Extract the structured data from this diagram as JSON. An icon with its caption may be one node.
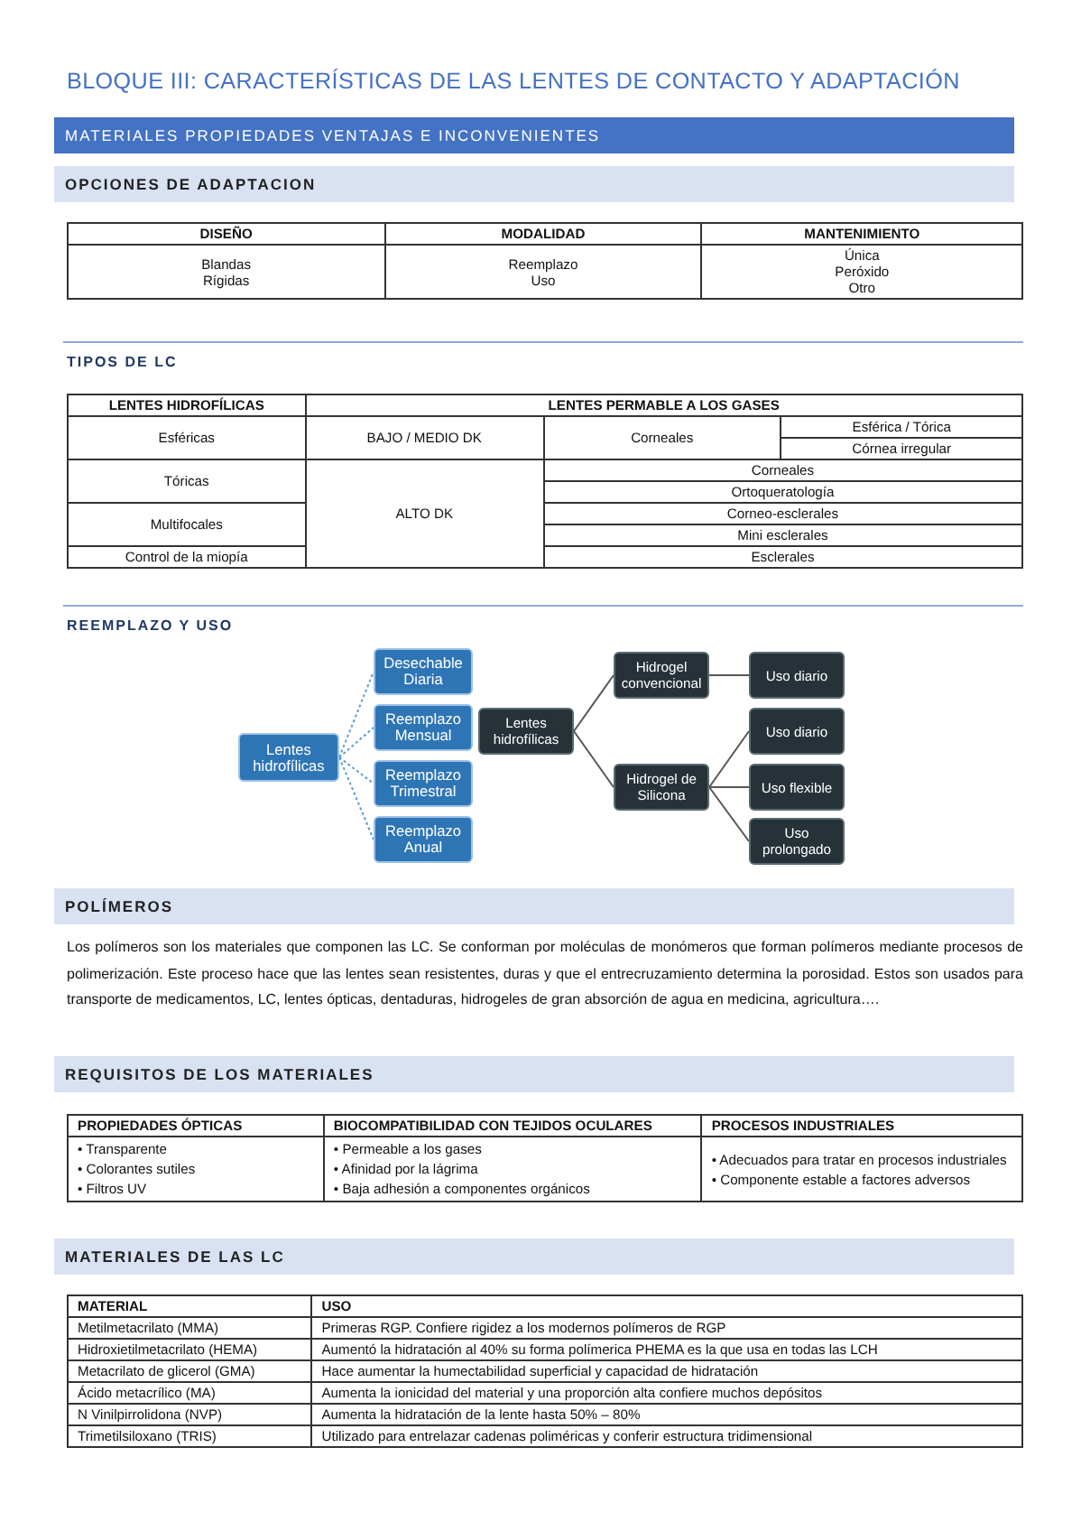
{
  "diagram": {
    "title": "BLOQUE III: CARACTERÍSTICAS DE LAS LENTES DE CONTACTO Y ADAPTACIÓN",
    "nodes": [
      {
        "text": [
          "Lentes hidrofílicas"
        ]
      },
      {
        "text": [
          "Desechable Diaria"
        ]
      },
      {
        "text": [
          "Reemplazo Mensual"
        ]
      },
      {
        "text": [
          "Reemplazo Trimestral"
        ]
      },
      {
        "text": [
          "Reemplazo Anual"
        ]
      },
      {
        "text": [
          "Lentes hidrofílicas"
        ]
      },
      {
        "text": [
          "Hidrogel convencional"
        ]
      },
      {
        "text": [
          "Uso diario"
        ]
      },
      {
        "text": [
          "Hidrogel de Silicona"
        ]
      },
      {
        "text": [
          "Uso diario"
        ]
      },
      {
        "text": [
          "Uso flexible"
        ]
      },
      {
        "text": [
          "Uso prolongado"
        ]
      }
    ],
    "edges": [
      {
        "from": 0,
        "to": 1,
        "arrow": "none",
        "style": "dashed",
        "color": "#5b9bd5"
      },
      {
        "from": 0,
        "to": 2,
        "arrow": "none",
        "style": "dashed",
        "color": "#5b9bd5"
      },
      {
        "from": 0,
        "to": 3,
        "arrow": "none",
        "style": "dashed",
        "color": "#5b9bd5"
      },
      {
        "from": 0,
        "to": 4,
        "arrow": "none",
        "style": "dashed",
        "color": "#5b9bd5"
      },
      {
        "from": 5,
        "to": 6,
        "arrow": "none"
      },
      {
        "from": 5,
        "to": 8,
        "arrow": "none"
      },
      {
        "from": 6,
        "to": 7,
        "arrow": "none"
      },
      {
        "from": 8,
        "to": 9,
        "arrow": "none"
      },
      {
        "from": 8,
        "to": 10,
        "arrow": "none"
      },
      {
        "from": 8,
        "to": 11,
        "arrow": "none"
      }
    ],
    "labels": [
      "MATERIALES PROPIEDADES VENTAJAS E INCONVENIENTES",
      "OPCIONES DE ADAPTACION",
      "DISEÑO",
      "MODALIDAD",
      "MANTENIMIENTO",
      "Blandas",
      "Rígidas",
      "Reemplazo",
      "Uso",
      "Única",
      "Peróxido",
      "Otro",
      "TIPOS DE LC",
      "LENTES HIDROFÍLICAS",
      "LENTES PERMABLE A LOS GASES",
      "Esféricas",
      "BAJO / MEDIO DK",
      "Corneales",
      "Esférica / Tórica",
      "Córnea irregular",
      "Tóricas",
      "ALTO DK",
      "Corneales",
      "Ortoqueratología",
      "Multifocales",
      "Corneo-esclerales",
      "Mini esclerales",
      "Control de la miopía",
      "Esclerales",
      "REEMPLAZO Y USO",
      "POLÍMEROS",
      "Los polímeros son los materiales que componen las LC. Se conforman por moléculas de monómeros que forman polímeros mediante procesos de polimerización. Este proceso hace que las lentes sean resistentes, duras y que el entrecruzamiento determina la porosidad. Estos son usados para transporte de medicamentos, LC, lentes ópticas, dentaduras, hidrogeles de gran absorción de agua en medicina, agricultura….",
      "REQUISITOS DE LOS MATERIALES",
      "PROPIEDADES ÓPTICAS",
      "BIOCOMPATIBILIDAD CON TEJIDOS OCULARES",
      "PROCESOS INDUSTRIALES",
      "• Transparente",
      "• Colorantes sutiles",
      "• Filtros UV",
      "• Permeable a los gases",
      "• Afinidad por la lágrima",
      "• Baja adhesión a componentes orgánicos",
      "• Adecuados para tratar en procesos industriales",
      "• Componente estable a factores adversos",
      "MATERIALES DE LAS LC",
      "MATERIAL",
      "USO",
      "Metilmetacrilato (MMA)",
      "Primeras RGP. Confiere rigidez a los modernos polímeros de RGP",
      "Hidroxietilmetacrilato (HEMA)",
      "Aumentó la hidratación al 40% su forma polímerica PHEMA es la que usa en todas las LCH",
      "Metacrilato de glicerol (GMA)",
      "Hace aumentar la humectabilidad superficial y capacidad de hidratación",
      "Ácido metacrílico (MA)",
      "Aumenta la ionicidad del material y una proporción alta confiere muchos depósitos",
      "N Vinilpirrolidona (NVP)",
      "Aumenta la hidratación de la lente hasta 50% – 80%",
      "Trimetilsiloxano (TRIS)",
      "Utilizado para entrelazar cadenas poliméricas y conferir estructura tridimensional"
    ]
  }
}
